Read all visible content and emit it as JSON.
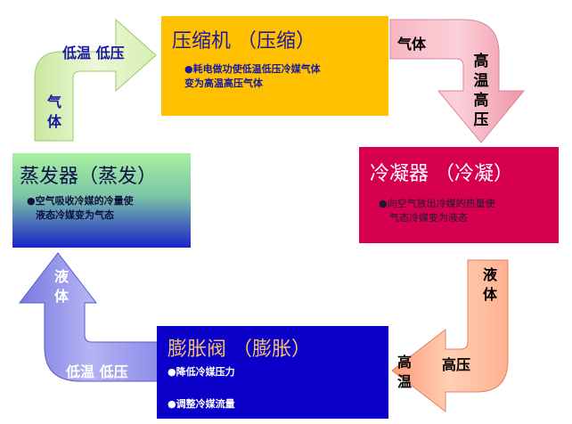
{
  "compressor": {
    "title": "压缩机  （压缩）",
    "desc1": "●耗电做功使低温低压冷媒气体",
    "desc2": "变为高温高压气体"
  },
  "condenser": {
    "title": "冷凝器 （冷凝）",
    "desc1": "●向空气放出冷媒的热量使",
    "desc2": "气态冷媒变为液态"
  },
  "expansion_valve": {
    "title": "膨胀阀 （膨胀）",
    "item1": "●降低冷媒压力",
    "item2": "●调整冷媒流量"
  },
  "evaporator": {
    "title": "蒸发器（蒸发）",
    "desc1": "●空气吸收冷媒的冷量使",
    "desc2": "液态冷媒变为气态"
  },
  "arrows": {
    "evap_to_comp": {
      "state": "气体",
      "cond": "低温 低压"
    },
    "comp_to_cond": {
      "state": "气体",
      "cond": "高温高压"
    },
    "cond_to_exp": {
      "state": "液体",
      "cond1": "高温",
      "cond2": "高压"
    },
    "exp_to_evap": {
      "state": "液体",
      "cond": "低温 低压"
    }
  },
  "colors": {
    "compressor": "#FFC000",
    "condenser": "#D6004F",
    "expansion_valve": "#0A00C8",
    "evaporator_top": "#A8F0A0",
    "evaporator_bottom": "#1B22C8",
    "arrow_green": "#E0F2B8",
    "arrow_pink": "#F6A8B6",
    "arrow_orange": "#FFB898",
    "arrow_blue": "#8C8CE8"
  }
}
